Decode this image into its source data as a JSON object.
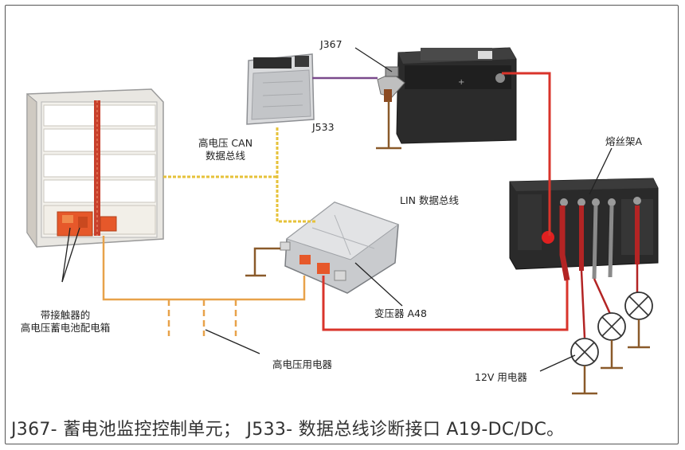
{
  "labels": {
    "j367": "J367",
    "j533": "J533",
    "can_bus_line1": "高电压 CAN",
    "can_bus_line2": "数据总线",
    "lin_bus": "LIN 数据总线",
    "fuse_holder": "熔丝架A",
    "converter": "变压器 A48",
    "hv_box_line1": "带接触器的",
    "hv_box_line2": "高电压蓄电池配电箱",
    "hv_consumers": "高电压用电器",
    "consumers_12v": "12V 用电器"
  },
  "caption": "J367- 蓄电池监控控制单元； J533- 数据总线诊断接口 A19-DC/DC。",
  "colors": {
    "hv_orange": "#e8a24a",
    "can_yellow": "#e6c23a",
    "lin_purple": "#7a4a8c",
    "positive_red": "#d9342b",
    "ground_dark": "#8a5a2a",
    "leader_black": "#222222"
  }
}
